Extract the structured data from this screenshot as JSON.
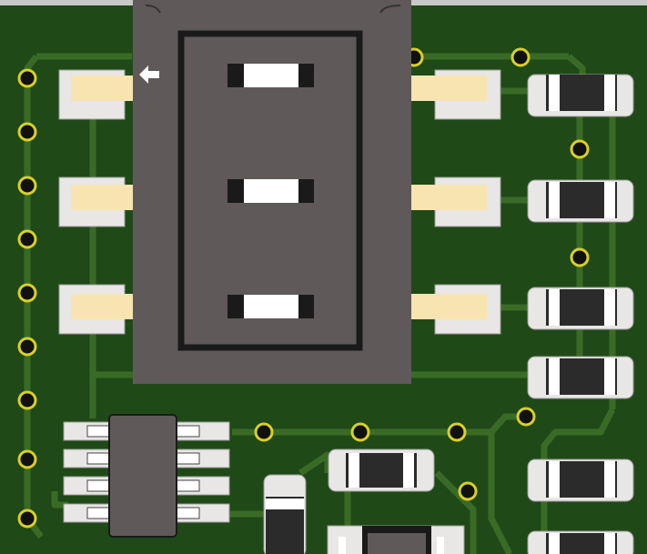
{
  "view": {
    "theme": "pcb-3d-render",
    "colors": {
      "board": "#1f4a17",
      "trace": "#3a6b26",
      "pad": "#e9e6e6",
      "pin": "#f7e4b0",
      "component_body": "#5f5a59",
      "smd_body": "#2b2b2b",
      "via_ring": "#d9cf2a",
      "frame": "#1a1a1a"
    }
  },
  "components": [
    {
      "id": "switch-3pos",
      "kind": "slide-switch",
      "pins": 6
    },
    {
      "id": "ic-soic8",
      "kind": "ic",
      "pins": 8
    },
    {
      "id": "r1",
      "kind": "smd-resistor"
    },
    {
      "id": "r2",
      "kind": "smd-resistor"
    },
    {
      "id": "r3",
      "kind": "smd-resistor"
    },
    {
      "id": "r4",
      "kind": "smd-resistor"
    },
    {
      "id": "r5",
      "kind": "smd-resistor"
    },
    {
      "id": "r6",
      "kind": "smd-resistor"
    },
    {
      "id": "r7",
      "kind": "smd-resistor"
    },
    {
      "id": "d1",
      "kind": "smd-diode"
    }
  ],
  "icons": {
    "pin1_marker": "arrow-left-icon"
  }
}
